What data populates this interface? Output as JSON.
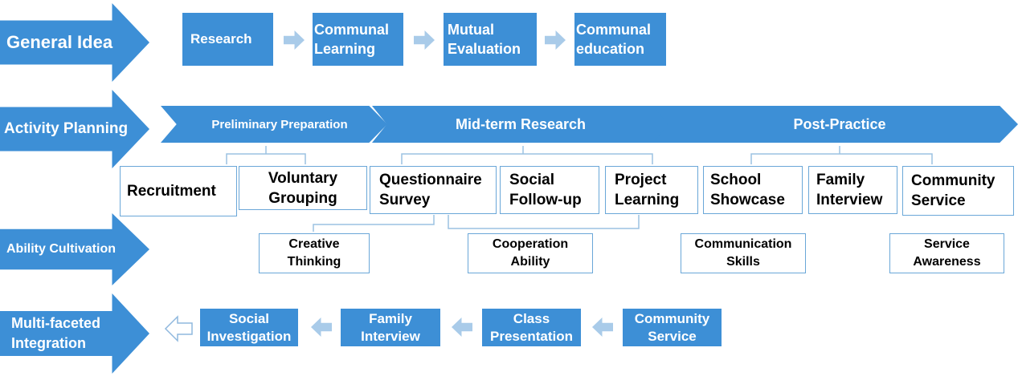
{
  "rows": {
    "general_idea": "General Idea",
    "activity_planning": "Activity Planning",
    "ability_cultivation": "Ability Cultivation",
    "multi_faceted_line1": "Multi-faceted",
    "multi_faceted_line2": "Integration"
  },
  "general_idea_steps": {
    "s1": "Research",
    "s2_l1": "Communal",
    "s2_l2": "Learning",
    "s3_l1": "Mutual",
    "s3_l2": "Evaluation",
    "s4_l1": "Communal",
    "s4_l2": "education"
  },
  "phases": {
    "p1": "Preliminary Preparation",
    "p2": "Mid-term Research",
    "p3": "Post-Practice"
  },
  "activities": {
    "a1": "Recruitment",
    "a2_l1": "Voluntary",
    "a2_l2": "Grouping",
    "a3_l1": "Questionnaire",
    "a3_l2": "Survey",
    "a4_l1": "Social",
    "a4_l2": "Follow-up",
    "a5_l1": "Project",
    "a5_l2": "Learning",
    "a6_l1": "School",
    "a6_l2": "Showcase",
    "a7_l1": "Family",
    "a7_l2": "Interview",
    "a8_l1": "Community",
    "a8_l2": "Service"
  },
  "abilities": {
    "b1_l1": "Creative",
    "b1_l2": "Thinking",
    "b2_l1": "Cooperation",
    "b2_l2": "Ability",
    "b3_l1": "Communication",
    "b3_l2": "Skills",
    "b4_l1": "Service",
    "b4_l2": "Awareness"
  },
  "integration": {
    "i1_l1": "Social",
    "i1_l2": "Investigation",
    "i2_l1": "Family",
    "i2_l2": "Interview",
    "i3_l1": "Class",
    "i3_l2": "Presentation",
    "i4_l1": "Community",
    "i4_l2": "Service"
  },
  "colors": {
    "primary": "#3d8fd6",
    "light_arrow": "#a9cbe9",
    "outline": "#6aa7d8",
    "bracket": "#9cc2e2"
  }
}
